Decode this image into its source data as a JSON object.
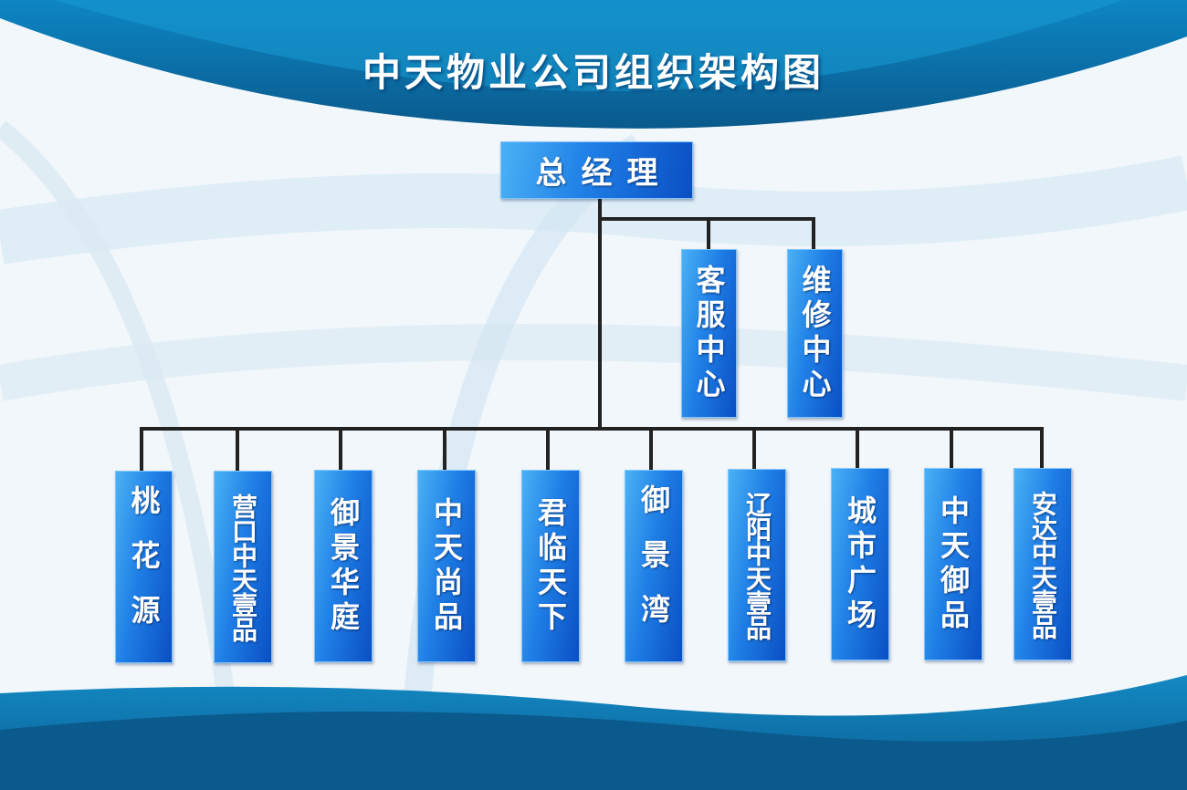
{
  "title": "中天物业公司组织架构图",
  "colors": {
    "band_dark": "#0a5e93",
    "band_light": "#1a8fc8",
    "box": "#1f7fe6",
    "line": "#222222"
  },
  "root": {
    "label": "总经理"
  },
  "staff": [
    {
      "label": "客服中心"
    },
    {
      "label": "维修中心"
    }
  ],
  "branches": [
    {
      "label": "桃花源"
    },
    {
      "label": "营口中天壹品"
    },
    {
      "label": "御景华庭"
    },
    {
      "label": "中天尚品"
    },
    {
      "label": "君临天下"
    },
    {
      "label": "御景湾"
    },
    {
      "label": "辽阳中天壹品"
    },
    {
      "label": "城市广场"
    },
    {
      "label": "中天御品"
    },
    {
      "label": "安达中天壹品"
    }
  ]
}
